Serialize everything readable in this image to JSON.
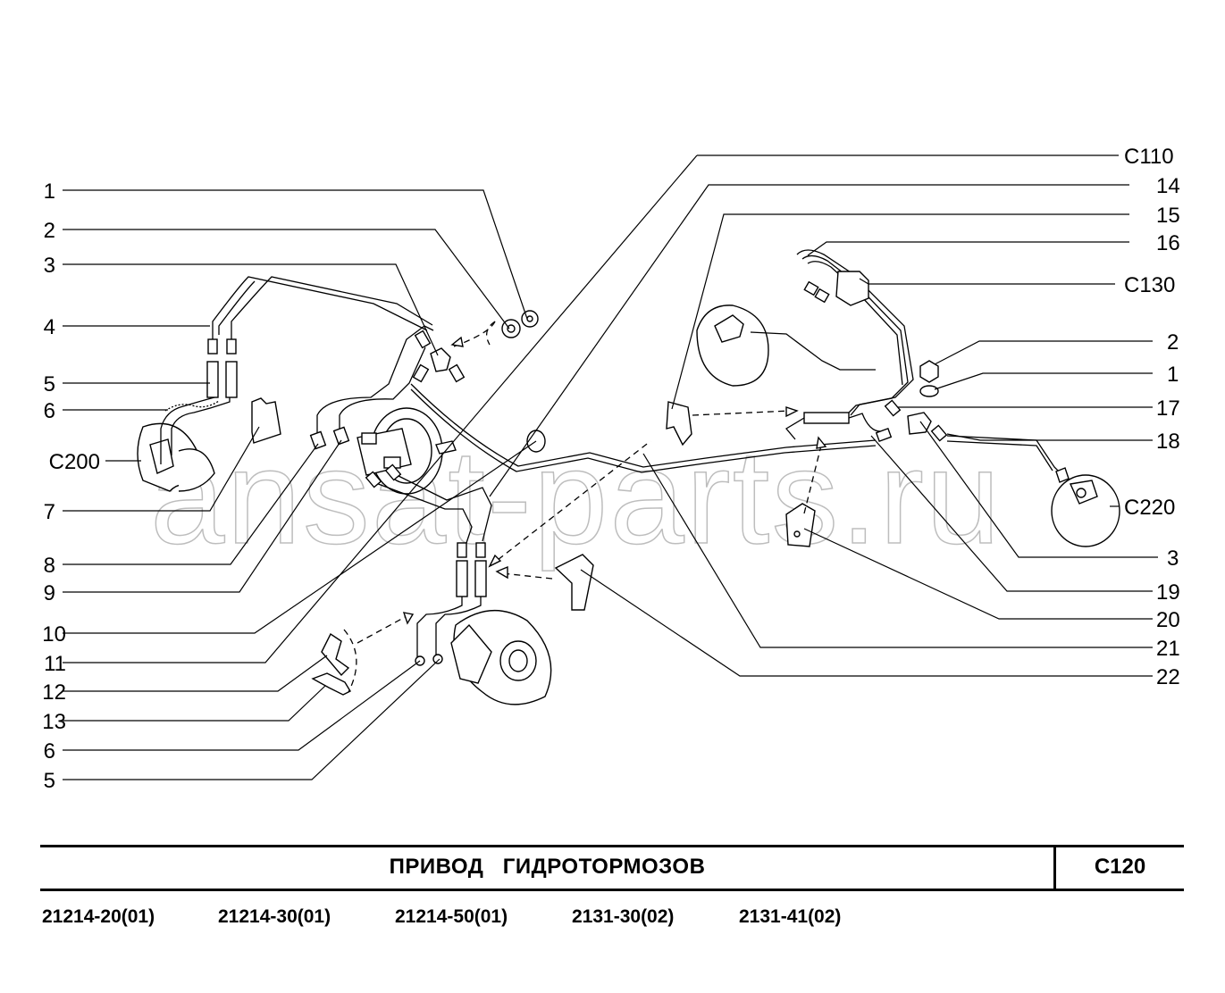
{
  "title": "ПРИВОД   ГИДРОТОРМОЗОВ",
  "section_code": "C120",
  "models": [
    "21214-20(01)",
    "21214-30(01)",
    "21214-50(01)",
    "2131-30(02)",
    "2131-41(02)"
  ],
  "watermark": "ansat-parts.ru",
  "callouts_left": [
    "1",
    "2",
    "3",
    "4",
    "5",
    "6",
    "C200",
    "7",
    "8",
    "9",
    "10",
    "11",
    "12",
    "13",
    "6",
    "5"
  ],
  "callouts_right": [
    "C110",
    "14",
    "15",
    "16",
    "C130",
    "2",
    "1",
    "17",
    "18",
    "C220",
    "3",
    "19",
    "20",
    "21",
    "22"
  ]
}
